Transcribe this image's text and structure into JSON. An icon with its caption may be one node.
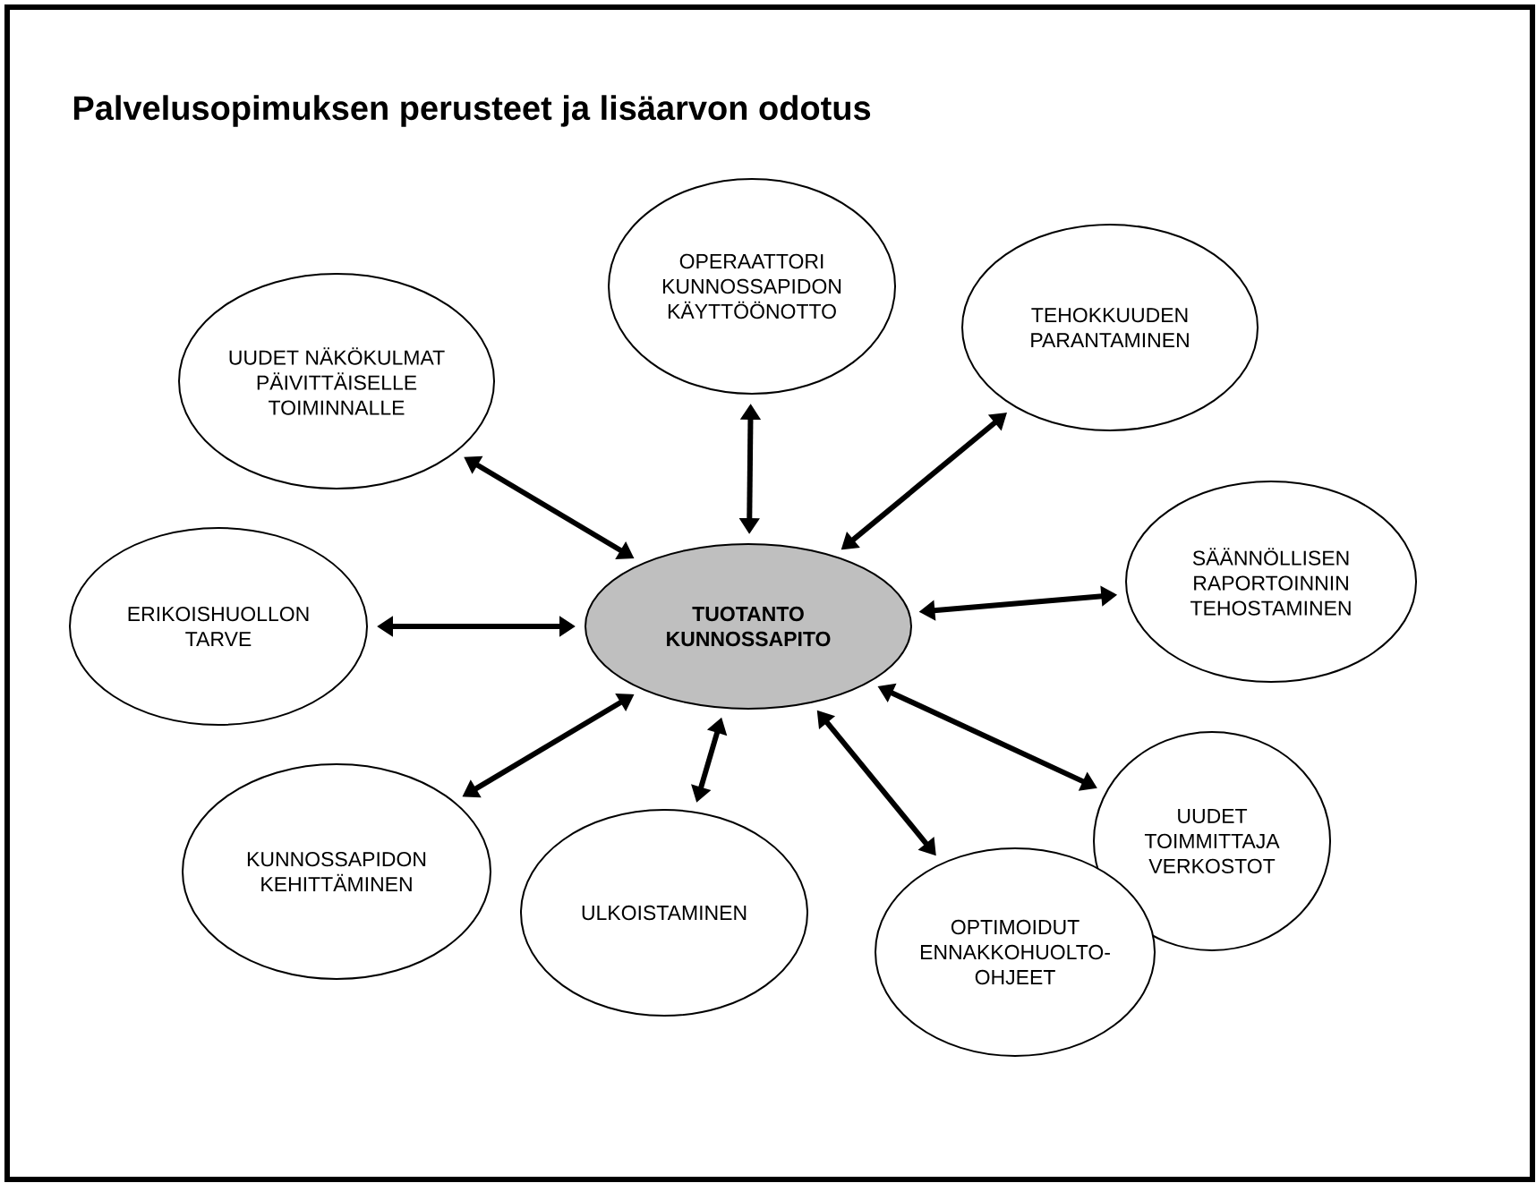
{
  "diagram": {
    "title": "Palvelusopimuksen perusteet ja lisäarvon odotus",
    "nodes": [
      {
        "text": [
          "TUOTANTO KUNNOSSAPITO"
        ]
      },
      {
        "text": [
          "OPERAATTORI KUNNOSSAPIDON KÄYTTÖÖNOTTO"
        ]
      },
      {
        "text": [
          "TEHOKKUUDEN PARANTAMINEN"
        ]
      },
      {
        "text": [
          "UUDET NÄKÖKULMAT PÄIVITTÄISELLE TOIMINNALLE"
        ]
      },
      {
        "text": [
          "SÄÄNNÖLLISEN RAPORTOINNIN TEHOSTAMINEN"
        ]
      },
      {
        "text": [
          "ERIKOISHUOLLON TARVE"
        ]
      },
      {
        "text": [
          "UUDET TOIMMITTAJA VERKOSTOT"
        ]
      },
      {
        "text": [
          "KUNNOSSAPIDON KEHITTÄMINEN"
        ]
      },
      {
        "text": [
          "ULKOISTAMINEN"
        ]
      },
      {
        "text": [
          "OPTIMOIDUT ENNAKKOHUOLTO-OHJEET"
        ]
      }
    ],
    "edges": [
      {
        "from": 0,
        "to": 1,
        "arrow": "both"
      },
      {
        "from": 0,
        "to": 2,
        "arrow": "both"
      },
      {
        "from": 0,
        "to": 3,
        "arrow": "both"
      },
      {
        "from": 0,
        "to": 4,
        "arrow": "both"
      },
      {
        "from": 0,
        "to": 5,
        "arrow": "both"
      },
      {
        "from": 0,
        "to": 6,
        "arrow": "both"
      },
      {
        "from": 0,
        "to": 7,
        "arrow": "both"
      },
      {
        "from": 0,
        "to": 8,
        "arrow": "both"
      },
      {
        "from": 0,
        "to": 9,
        "arrow": "both"
      }
    ]
  }
}
